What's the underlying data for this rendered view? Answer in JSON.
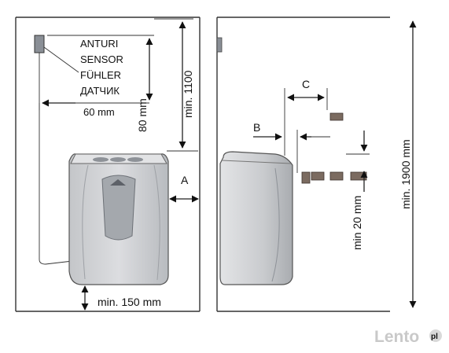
{
  "sensor_labels": [
    "ANTURI",
    "SENSOR",
    "FÜHLER",
    "ДАТЧИК"
  ],
  "dimensions": {
    "sensor_offset": "60 mm",
    "sensor_height": "80 mm",
    "sensor_min_height": "min. 1100",
    "floor_gap": "min. 150 mm",
    "room_height": "min. 1900 mm",
    "ceiling_gap": "min 20 mm"
  },
  "markers": {
    "a": "A",
    "b": "B",
    "c": "C"
  },
  "watermark": {
    "brand": "Lento",
    "tld": "pl"
  },
  "colors": {
    "heater_body": "#d2d3d5",
    "heater_dark": "#9a9ea4",
    "brick": "#7b6b60",
    "line": "#222222"
  }
}
